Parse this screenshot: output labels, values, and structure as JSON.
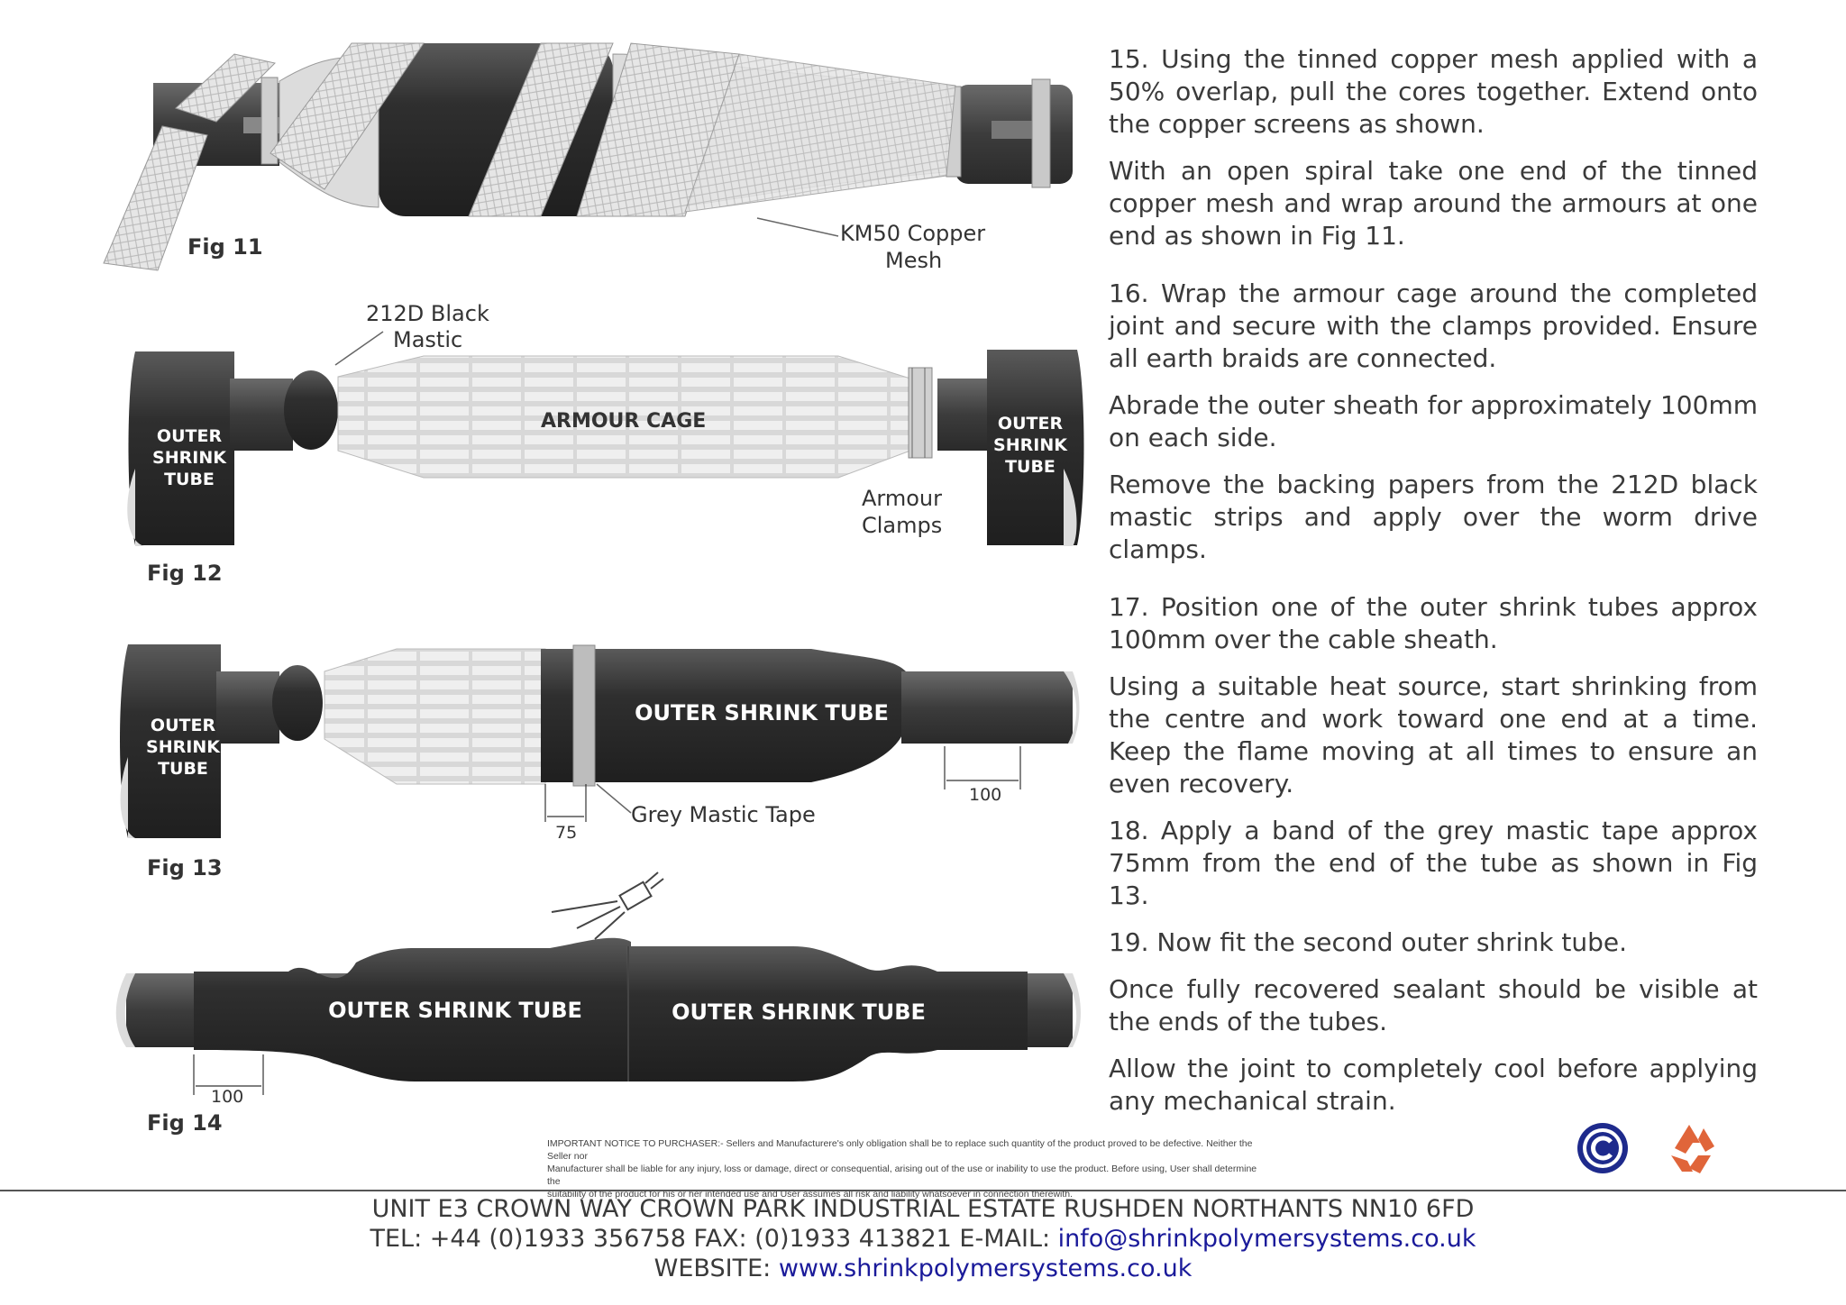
{
  "figures": {
    "fig11": {
      "label": "Fig 11",
      "callout_line1": "KM50 Copper",
      "callout_line2": "Mesh"
    },
    "fig12": {
      "label": "Fig 12",
      "mastic_line1": "212D Black",
      "mastic_line2": "Mastic",
      "armour_cage": "ARMOUR CAGE",
      "clamps_line1": "Armour",
      "clamps_line2": "Clamps",
      "tube_l1": "OUTER",
      "tube_l2": "SHRINK",
      "tube_l3": "TUBE"
    },
    "fig13": {
      "label": "Fig 13",
      "tube_text": "OUTER SHRINK TUBE",
      "grey_mastic": "Grey Mastic Tape",
      "dim_75": "75",
      "dim_100": "100",
      "tube_l1": "OUTER",
      "tube_l2": "SHRINK",
      "tube_l3": "TUBE"
    },
    "fig14": {
      "label": "Fig 14",
      "tube_left": "OUTER SHRINK TUBE",
      "tube_right": "OUTER SHRINK TUBE",
      "dim_100": "100"
    }
  },
  "instructions": [
    "15. Using the tinned copper mesh applied with a 50% overlap, pull the cores together. Extend onto the copper screens as shown.",
    "With an open spiral take one end of the tinned copper mesh and wrap around the armours at one end as shown in Fig 11.",
    "16. Wrap the armour cage around the completed joint and secure with the clamps provided. Ensure all earth braids are connected.",
    "Abrade the outer sheath for approximately 100mm on each side.",
    "Remove the backing papers from the 212D black mastic strips and apply over the worm drive clamps.",
    "17. Position one of the outer shrink tubes approx 100mm over the cable sheath.",
    "Using a suitable heat source, start shrinking from the centre and work toward one end at a time. Keep the flame moving at all times to ensure an even recovery.",
    "18. Apply a band of the grey mastic tape approx 75mm from the end of the tube as shown in Fig 13.",
    "19. Now fit the second outer shrink tube.",
    "Once fully recovered sealant should be visible at the ends of the tubes.",
    "Allow the joint to completely cool before applying any mechanical strain."
  ],
  "notice": {
    "line1": "IMPORTANT NOTICE TO PURCHASER:- Sellers and Manufacturere's only obligation shall be to replace such quantity of the product proved to be defective. Neither the Seller nor",
    "line2": "Manufacturer shall be liable for any injury, loss or damage, direct or consequential, arising out of the use or inability to use the product. Before using, User shall determine the",
    "line3": "suitability of the product for his or her intended use and User assumes all risk and liability whatsoever in connection therewith."
  },
  "badges": {
    "copyright_icon": "copyright-icon",
    "recycle_icon": "recycle-icon"
  },
  "footer": {
    "address": "UNIT E3 CROWN WAY  CROWN PARK INDUSTRIAL ESTATE  RUSHDEN  NORTHANTS NN10 6FD",
    "tel_fax_email_prefix": "TEL: +44 (0)1933 356758  FAX: (0)1933 413821  E-MAIL: ",
    "email": "info@shrinkpolymersystems.co.uk",
    "website_prefix": "WEBSITE: ",
    "website": "www.shrinkpolymersystems.co.uk"
  },
  "colors": {
    "tube_dark": "#2e2e2e",
    "mesh": "#e2e2e2",
    "link": "#1a1a9a",
    "copyright_blue": "#1e2a8c",
    "recycle_orange": "#e0653a"
  }
}
